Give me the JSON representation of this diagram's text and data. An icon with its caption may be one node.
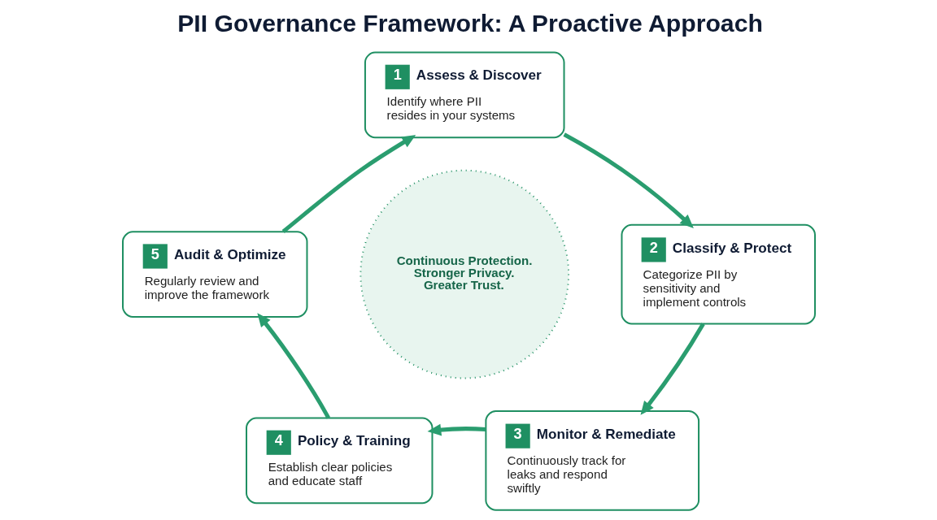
{
  "diagram": {
    "title": "PII Governance Framework: A Proactive Approach",
    "nodes": [
      {
        "text": [
          "1",
          "Assess & Discover",
          "Identify where PII resides in your systems"
        ]
      },
      {
        "text": [
          "2",
          "Classify & Protect",
          "Categorize PII by sensitivity and implement controls"
        ]
      },
      {
        "text": [
          "3",
          "Monitor & Remediate",
          "Continuously track for leaks and respond swiftly"
        ]
      },
      {
        "text": [
          "4",
          "Policy & Training",
          "Establish clear policies and educate staff"
        ]
      },
      {
        "text": [
          "5",
          "Audit & Optimize",
          "Regularly review and improve the framework"
        ]
      },
      {
        "text": [
          "Continuous Protection. Stronger Privacy. Greater Trust."
        ]
      }
    ],
    "edges": [
      {
        "from": 0,
        "to": 1,
        "arrow": "to"
      },
      {
        "from": 1,
        "to": 2,
        "arrow": "to"
      },
      {
        "from": 2,
        "to": 3,
        "arrow": "to"
      },
      {
        "from": 3,
        "to": 4,
        "arrow": "to"
      },
      {
        "from": 4,
        "to": 0,
        "arrow": "to"
      }
    ]
  }
}
